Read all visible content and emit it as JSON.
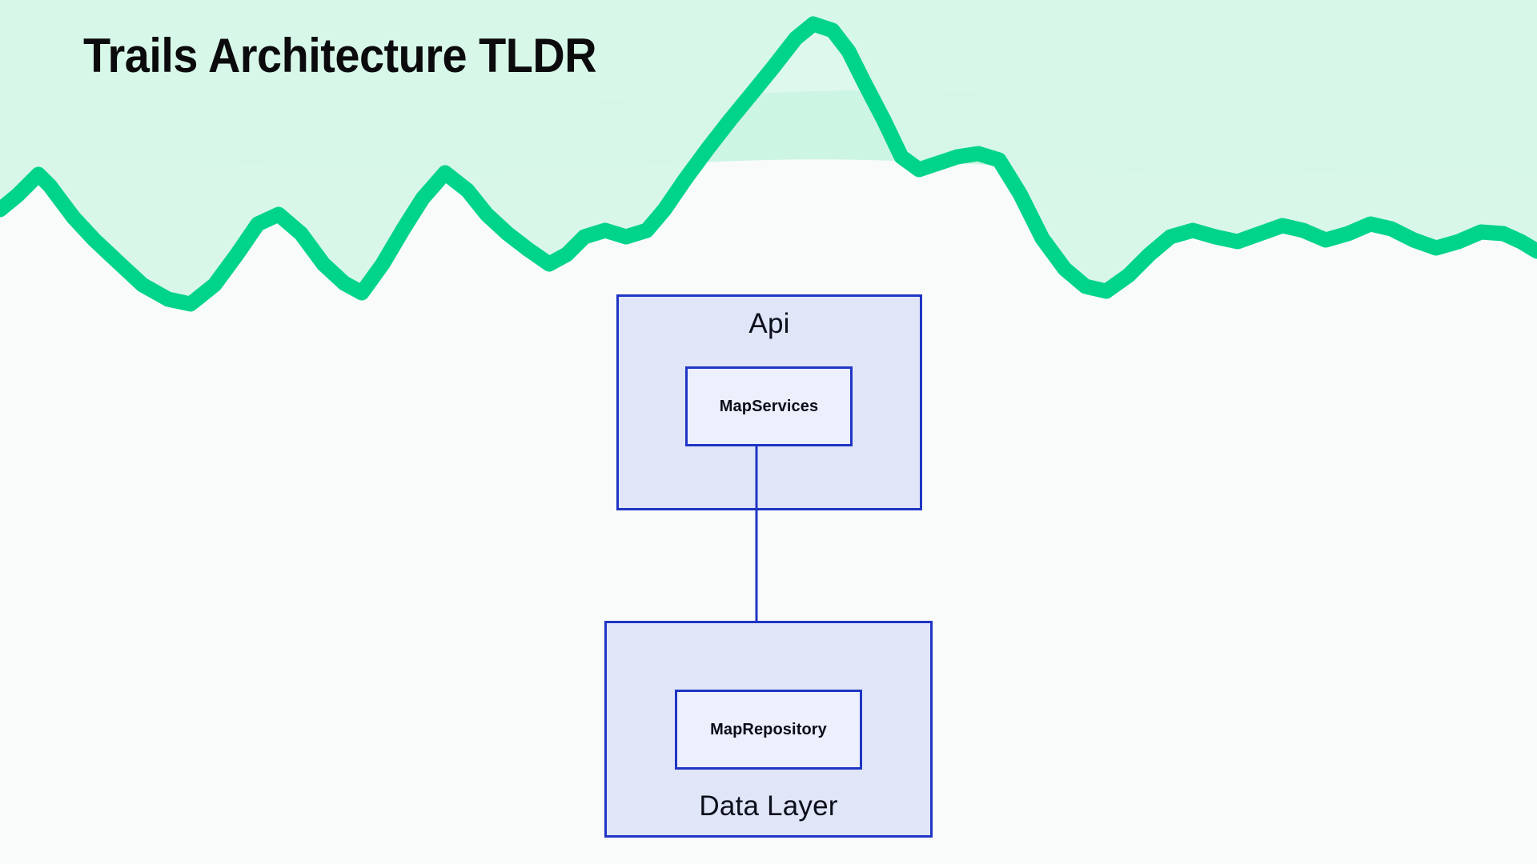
{
  "page": {
    "title": "Trails Architecture TLDR",
    "background_color": "#f8fbfa"
  },
  "banner": {
    "name": "mountain-ridge-illustration",
    "line_color": "#00d48a",
    "fill_colors": [
      "#cdf5e3",
      "#ddf8ec",
      "#ebfbf3"
    ]
  },
  "diagram": {
    "type": "architecture-block-diagram",
    "border_color": "#1f35c4",
    "container_fill": "#e0e5f8",
    "node_fill": "#eceffc",
    "containers": [
      {
        "id": "api",
        "label": "Api",
        "label_position": "top",
        "nodes": [
          {
            "id": "map-services",
            "label": "MapServices"
          }
        ]
      },
      {
        "id": "data-layer",
        "label": "Data Layer",
        "label_position": "bottom",
        "nodes": [
          {
            "id": "map-repository",
            "label": "MapRepository"
          }
        ]
      }
    ],
    "edges": [
      {
        "from": "MapServices",
        "to": "MapRepository",
        "direction": "down",
        "arrowhead": "filled-triangle",
        "color": "#1f35c4"
      }
    ]
  }
}
